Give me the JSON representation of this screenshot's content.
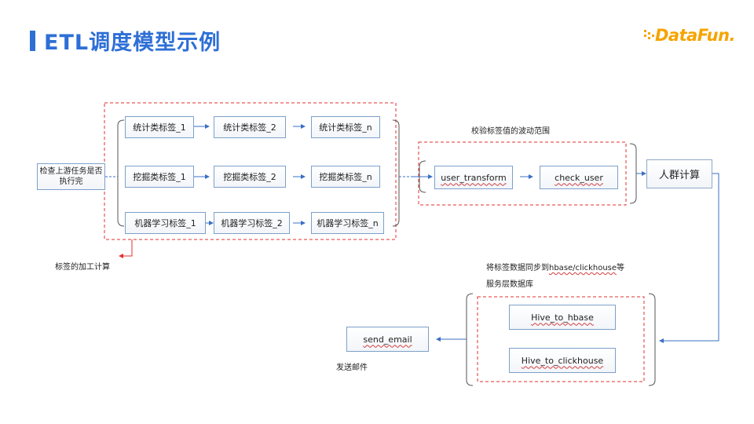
{
  "header": {
    "title": "ETL调度模型示例",
    "logo_text": "DataFun."
  },
  "colors": {
    "accent": "#2e6fd6",
    "logo": "#f5a400",
    "dashed_border": "#e03030",
    "arrow": "#3a6fc4"
  },
  "diagram": {
    "start_node": "检查上游任务是否执行完",
    "tags": {
      "row1": [
        "统计类标签_1",
        "统计类标签_2",
        "统计类标签_n"
      ],
      "row2": [
        "挖掘类标签_1",
        "挖掘类标签_2",
        "挖掘类标签_n"
      ],
      "row3": [
        "机器学习标签_1",
        "机器学习标签_2",
        "机器学习标签_n"
      ]
    },
    "tag_compute_label": "标签的加工计算",
    "check_label": "校验标签值的波动范围",
    "user_transform": "user_transform",
    "check_user": "check_user",
    "crowd_compute": "人群计算",
    "sync_label_line1_prefix": "将标签数据同步到",
    "sync_label_line1_link": "hbase/clickhouse",
    "sync_label_line1_suffix": "等",
    "sync_label_line2": "服务层数据库",
    "hive_to_hbase": "Hive_to_hbase",
    "hive_to_clickhouse": "Hive_to_clickhouse",
    "send_email": "send_email",
    "send_email_label": "发送邮件"
  }
}
